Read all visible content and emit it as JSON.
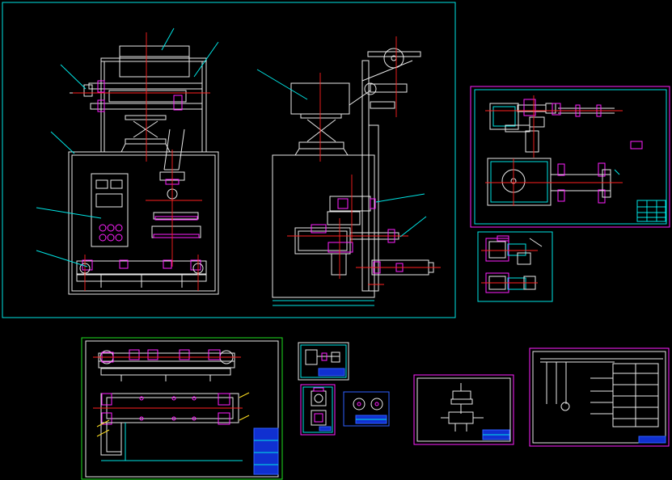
{
  "canvas": {
    "background": "#000000"
  },
  "colors": {
    "frame_cyan": "#00e5e5",
    "line_white": "#e8e8e8",
    "centerline_red": "#ff2020",
    "part_magenta": "#ff20ff",
    "frame_green": "#20e020",
    "titleblock_blue": "#3060ff",
    "dimension_yellow": "#ffe020"
  },
  "sheets": [
    {
      "id": "main-assembly",
      "kind": "packaging machine front and side elevation",
      "frame": "cyan"
    },
    {
      "id": "detail-sheet-1",
      "kind": "mechanism detail",
      "frame": "magenta"
    },
    {
      "id": "detail-sheet-2",
      "kind": "gear/roller detail",
      "frame": "cyan"
    },
    {
      "id": "conveyor-sheet",
      "kind": "roller conveyor assembly",
      "frame": "green"
    },
    {
      "id": "small-sheet-a",
      "kind": "part detail",
      "frame": "white"
    },
    {
      "id": "small-sheet-b",
      "kind": "part detail",
      "frame": "magenta"
    },
    {
      "id": "small-sheet-c",
      "kind": "part detail",
      "frame": "blue"
    },
    {
      "id": "pneumatic-sheet",
      "kind": "pneumatic schematic",
      "frame": "magenta"
    },
    {
      "id": "electrical-sheet",
      "kind": "electrical schematic",
      "frame": "magenta"
    }
  ]
}
